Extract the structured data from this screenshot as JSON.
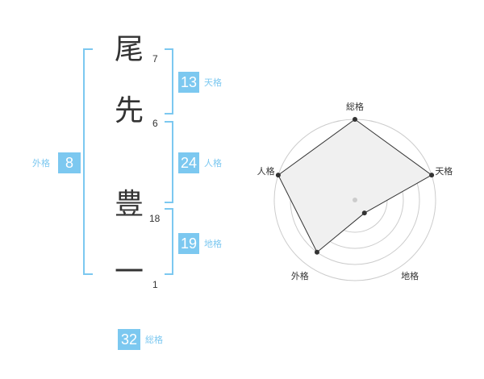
{
  "characters": [
    {
      "char": "尾",
      "strokes": "7"
    },
    {
      "char": "先",
      "strokes": "6"
    },
    {
      "char": "豊",
      "strokes": "18"
    },
    {
      "char": "一",
      "strokes": "1"
    }
  ],
  "kaku": {
    "tenkaku": {
      "value": "13",
      "label": "天格"
    },
    "jinkaku": {
      "value": "24",
      "label": "人格"
    },
    "chikaku": {
      "value": "19",
      "label": "地格"
    },
    "gaikaku": {
      "value": "8",
      "label": "外格"
    },
    "soukaku": {
      "value": "32",
      "label": "総格"
    }
  },
  "radar": {
    "axes": [
      "総格",
      "天格",
      "地格",
      "外格",
      "人格"
    ],
    "levels": 5,
    "values": [
      5,
      5,
      1,
      4,
      5
    ],
    "colors": {
      "fill": "#f0f0f0",
      "line": "#333333",
      "grid": "#cccccc",
      "point": "#333333",
      "center": "#cccccc"
    }
  },
  "colors": {
    "accent": "#7cc8f0",
    "text": "#333333"
  }
}
